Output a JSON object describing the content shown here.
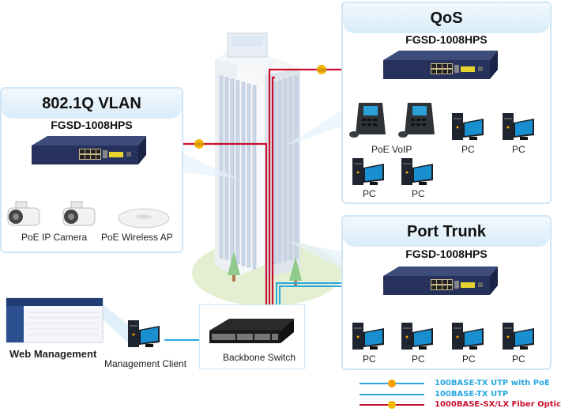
{
  "colors": {
    "utp": "#29a8e0",
    "fiber": "#c8102e",
    "poe_badge": "#f5a000",
    "panel_border": "#cfe6f7",
    "switch_body": "#2c3a66"
  },
  "panels": {
    "vlan": {
      "title": "802.1Q VLAN",
      "model": "FGSD-1008HPS",
      "devices": [
        {
          "label": "PoE IP Camera",
          "icon": "ip-camera-icon"
        },
        {
          "label": "PoE Wireless AP",
          "icon": "wireless-ap-icon"
        }
      ]
    },
    "qos": {
      "title": "QoS",
      "model": "FGSD-1008HPS",
      "devices": [
        {
          "label": "PoE VoIP",
          "icon": "voip-phone-icon"
        },
        {
          "label": "PC",
          "icon": "pc-icon"
        },
        {
          "label": "PC",
          "icon": "pc-icon"
        },
        {
          "label": "PC",
          "icon": "pc-icon"
        },
        {
          "label": "PC",
          "icon": "pc-icon"
        }
      ]
    },
    "trunk": {
      "title": "Port Trunk",
      "model": "FGSD-1008HPS",
      "devices": [
        {
          "label": "PC"
        },
        {
          "label": "PC"
        },
        {
          "label": "PC"
        },
        {
          "label": "PC"
        }
      ]
    }
  },
  "bottom": {
    "web_management": "Web Management",
    "management_client": "Management Client",
    "backbone_switch": "Backbone Switch"
  },
  "badges": {
    "poe": "PoE",
    "fiber": "1000"
  },
  "legend": [
    {
      "label": "100BASE-TX UTP with PoE",
      "type": "utp-poe"
    },
    {
      "label": "100BASE-TX UTP",
      "type": "utp"
    },
    {
      "label": "1000BASE-SX/LX Fiber Optic",
      "type": "fiber"
    }
  ]
}
